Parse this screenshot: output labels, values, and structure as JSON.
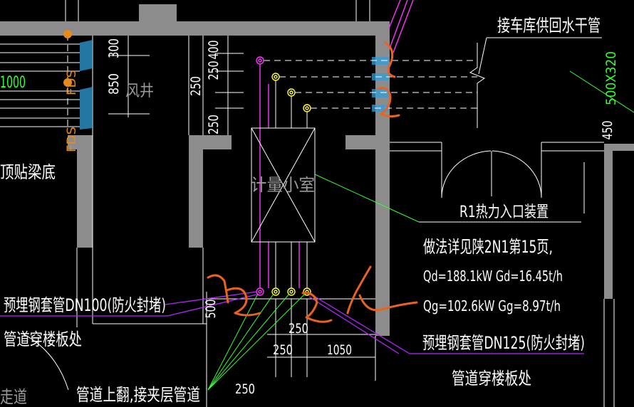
{
  "labels": {
    "garage_main_pipe": "接车库供回水干管",
    "beam_bottom": "顶贴梁底",
    "air_shaft": "风井",
    "meter_room": "计量小室",
    "heat_inlet": "R1热力入口装置",
    "method_note": "做法详见陕2N1第15页,",
    "supply_load": "Qd=188.1kW Gd=16.45t/h",
    "return_load": "Qg=102.6kW Gg=8.97t/h",
    "sleeve_left": "预埋钢套管DN100(防火封堵)",
    "penetration_left": "管道穿楼板处",
    "sleeve_right": "预埋钢套管DN125(防火封堵)",
    "penetration_right": "管道穿楼板处",
    "pipe_riser_note": "管道上翻,接夹层管道",
    "corridor": "走道",
    "duct_left_width": "1000",
    "duct_right_size": "500X320",
    "damper_upper": "FDS",
    "damper_lower": "FDS"
  },
  "dimensions": {
    "shaft_top": "300",
    "shaft_depth": "850",
    "shaft_wall": "250",
    "pipe_spacing_top": "400",
    "pipe_spacing_mid": "250",
    "pipe_spacing_low": "250",
    "right_offset": "450",
    "bottom_vertical": "500",
    "bottom_spacing_a": "250",
    "bottom_spacing_b": "250",
    "bottom_width": "1050",
    "riser_spacing": "250"
  },
  "colors": {
    "background": "#000000",
    "wall": "#8c8c8c",
    "line": "#ffffff",
    "note": "#9a9a9a",
    "pipe_supply": "#ff33ff",
    "pipe_return": "#ffff33",
    "leader": "#33ff33",
    "markup": "#e8641e",
    "sleeve_leader": "#b326ff",
    "duct": "#2f9fd8",
    "fds": "#e8891e"
  }
}
